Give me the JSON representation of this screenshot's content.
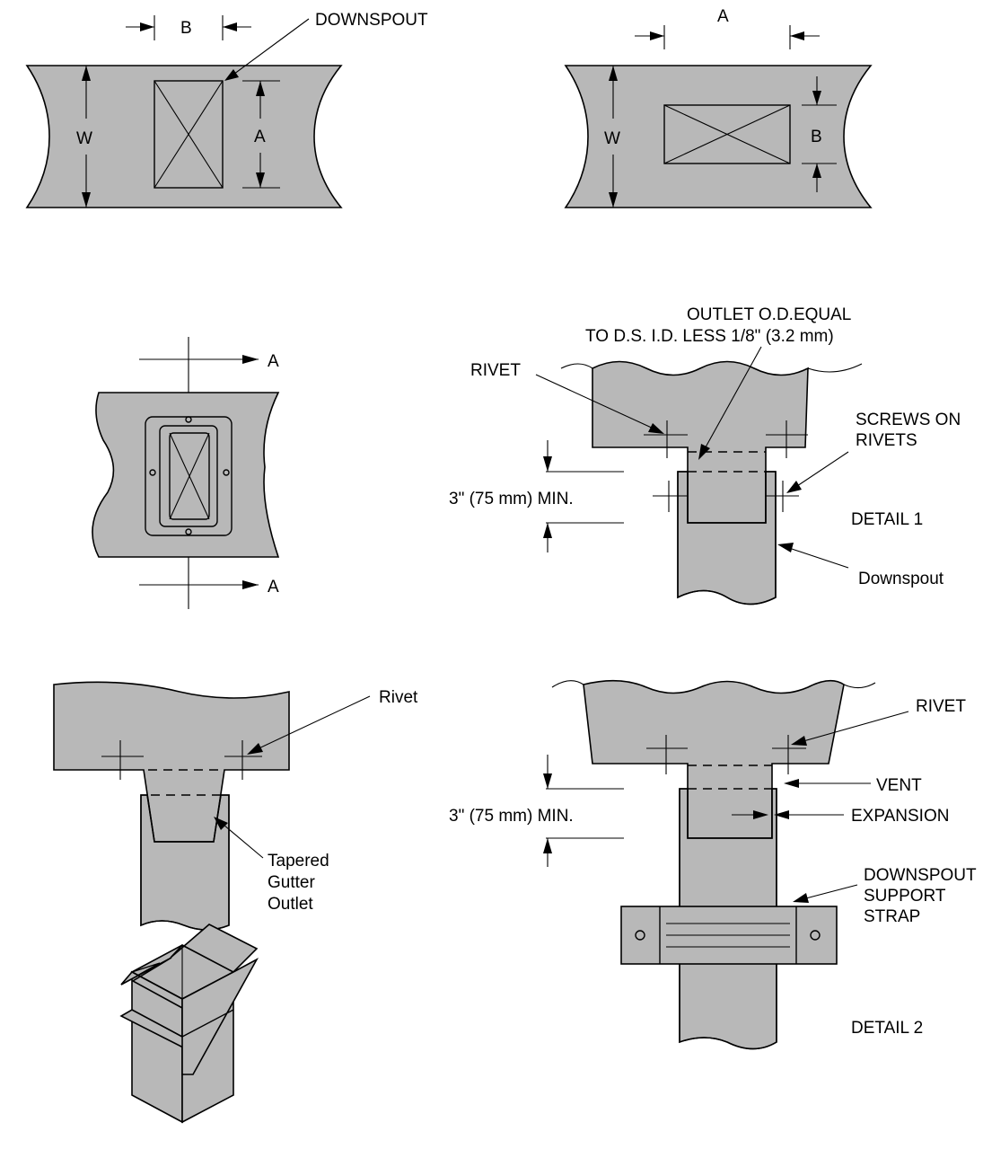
{
  "labels": {
    "downspout": "DOWNSPOUT",
    "dim_a": "A",
    "dim_b": "B",
    "dim_w": "W",
    "section_a": "A",
    "outlet_line1": "OUTLET O.D.EQUAL",
    "outlet_line2": "TO D.S. I.D. LESS 1/8\" (3.2 mm)",
    "rivet_caps": "RIVET",
    "screws_line1": "SCREWS ON",
    "screws_line2": "RIVETS",
    "min_75": "3\" (75 mm) MIN.",
    "detail_1": "DETAIL 1",
    "downspout_mixed": "Downspout",
    "rivet_mixed": "Rivet",
    "tapered_line1": "Tapered",
    "tapered_line2": "Gutter",
    "tapered_line3": "Outlet",
    "vent": "VENT",
    "expansion": "EXPANSION",
    "strap_line1": "DOWNSPOUT",
    "strap_line2": "SUPPORT",
    "strap_line3": "STRAP",
    "detail_2": "DETAIL 2"
  },
  "colors": {
    "metal_fill": "#b8b8b8",
    "line": "#000000",
    "background": "#ffffff"
  }
}
